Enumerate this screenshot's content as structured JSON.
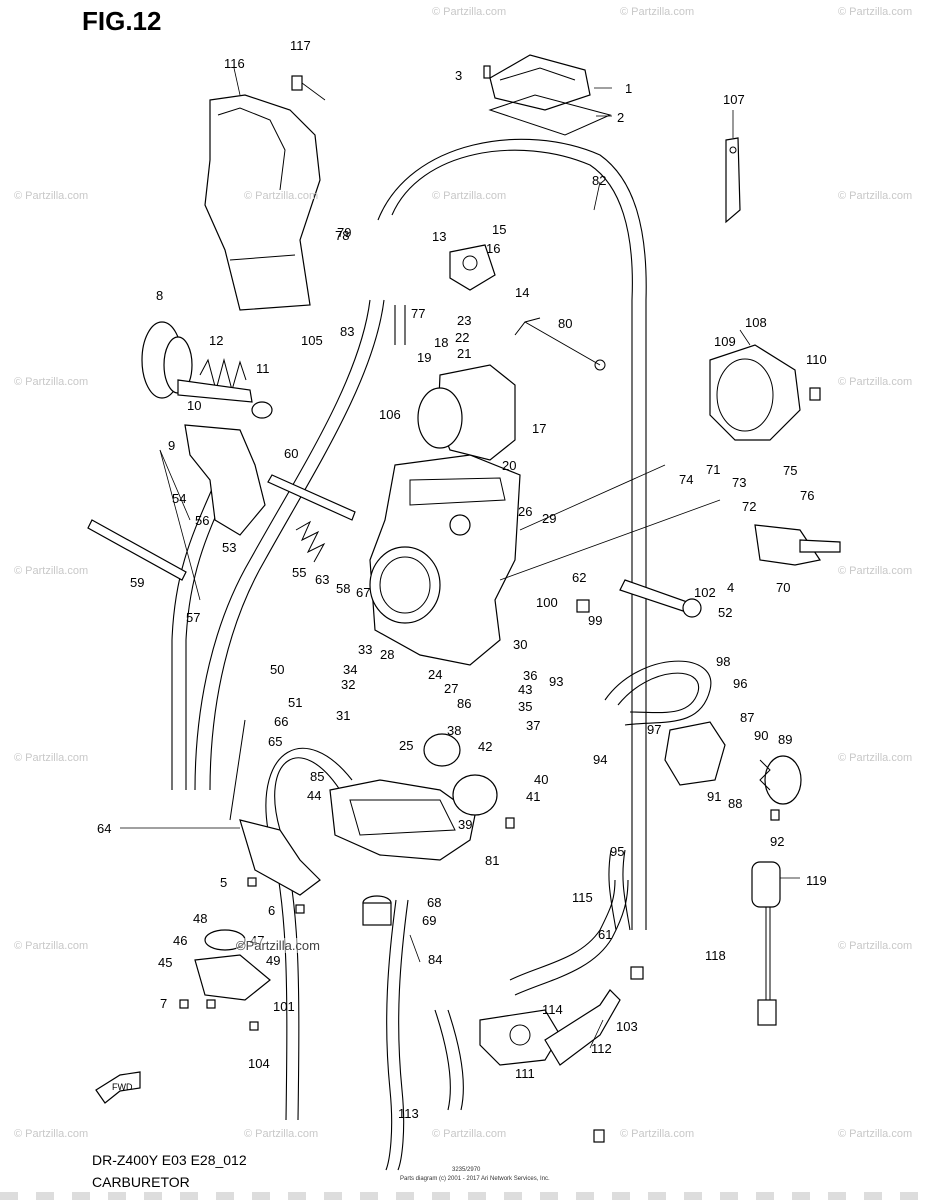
{
  "figure_title": "FIG.12",
  "footer": {
    "model": "DR-Z400Y E03 E28_012",
    "name": "CARBURETOR"
  },
  "fine_print": {
    "code": "3235/2970",
    "credit": "Parts diagram (c) 2001 - 2017 Ari Network Services, Inc."
  },
  "watermark_text": "© Partzilla.com",
  "inline_watermark": "©Partzilla.com",
  "fwd_label": "FWD",
  "callouts": [
    "1",
    "2",
    "3",
    "4",
    "5",
    "6",
    "7",
    "8",
    "9",
    "10",
    "11",
    "12",
    "13",
    "14",
    "15",
    "16",
    "17",
    "18",
    "19",
    "20",
    "21",
    "22",
    "23",
    "24",
    "25",
    "26",
    "27",
    "28",
    "29",
    "30",
    "31",
    "32",
    "33",
    "34",
    "35",
    "36",
    "37",
    "38",
    "39",
    "40",
    "41",
    "42",
    "43",
    "44",
    "45",
    "46",
    "47",
    "48",
    "49",
    "50",
    "51",
    "52",
    "53",
    "54",
    "55",
    "56",
    "57",
    "58",
    "59",
    "60",
    "61",
    "62",
    "63",
    "64",
    "65",
    "66",
    "67",
    "68",
    "69",
    "70",
    "71",
    "72",
    "73",
    "74",
    "75",
    "76",
    "77",
    "78",
    "79",
    "80",
    "81",
    "82",
    "83",
    "84",
    "85",
    "86",
    "87",
    "88",
    "89",
    "90",
    "91",
    "92",
    "93",
    "94",
    "95",
    "96",
    "97",
    "98",
    "99",
    "100",
    "101",
    "102",
    "103",
    "104",
    "105",
    "106",
    "107",
    "108",
    "109",
    "110",
    "111",
    "112",
    "113",
    "114",
    "115",
    "116",
    "117",
    "118",
    "119"
  ]
}
